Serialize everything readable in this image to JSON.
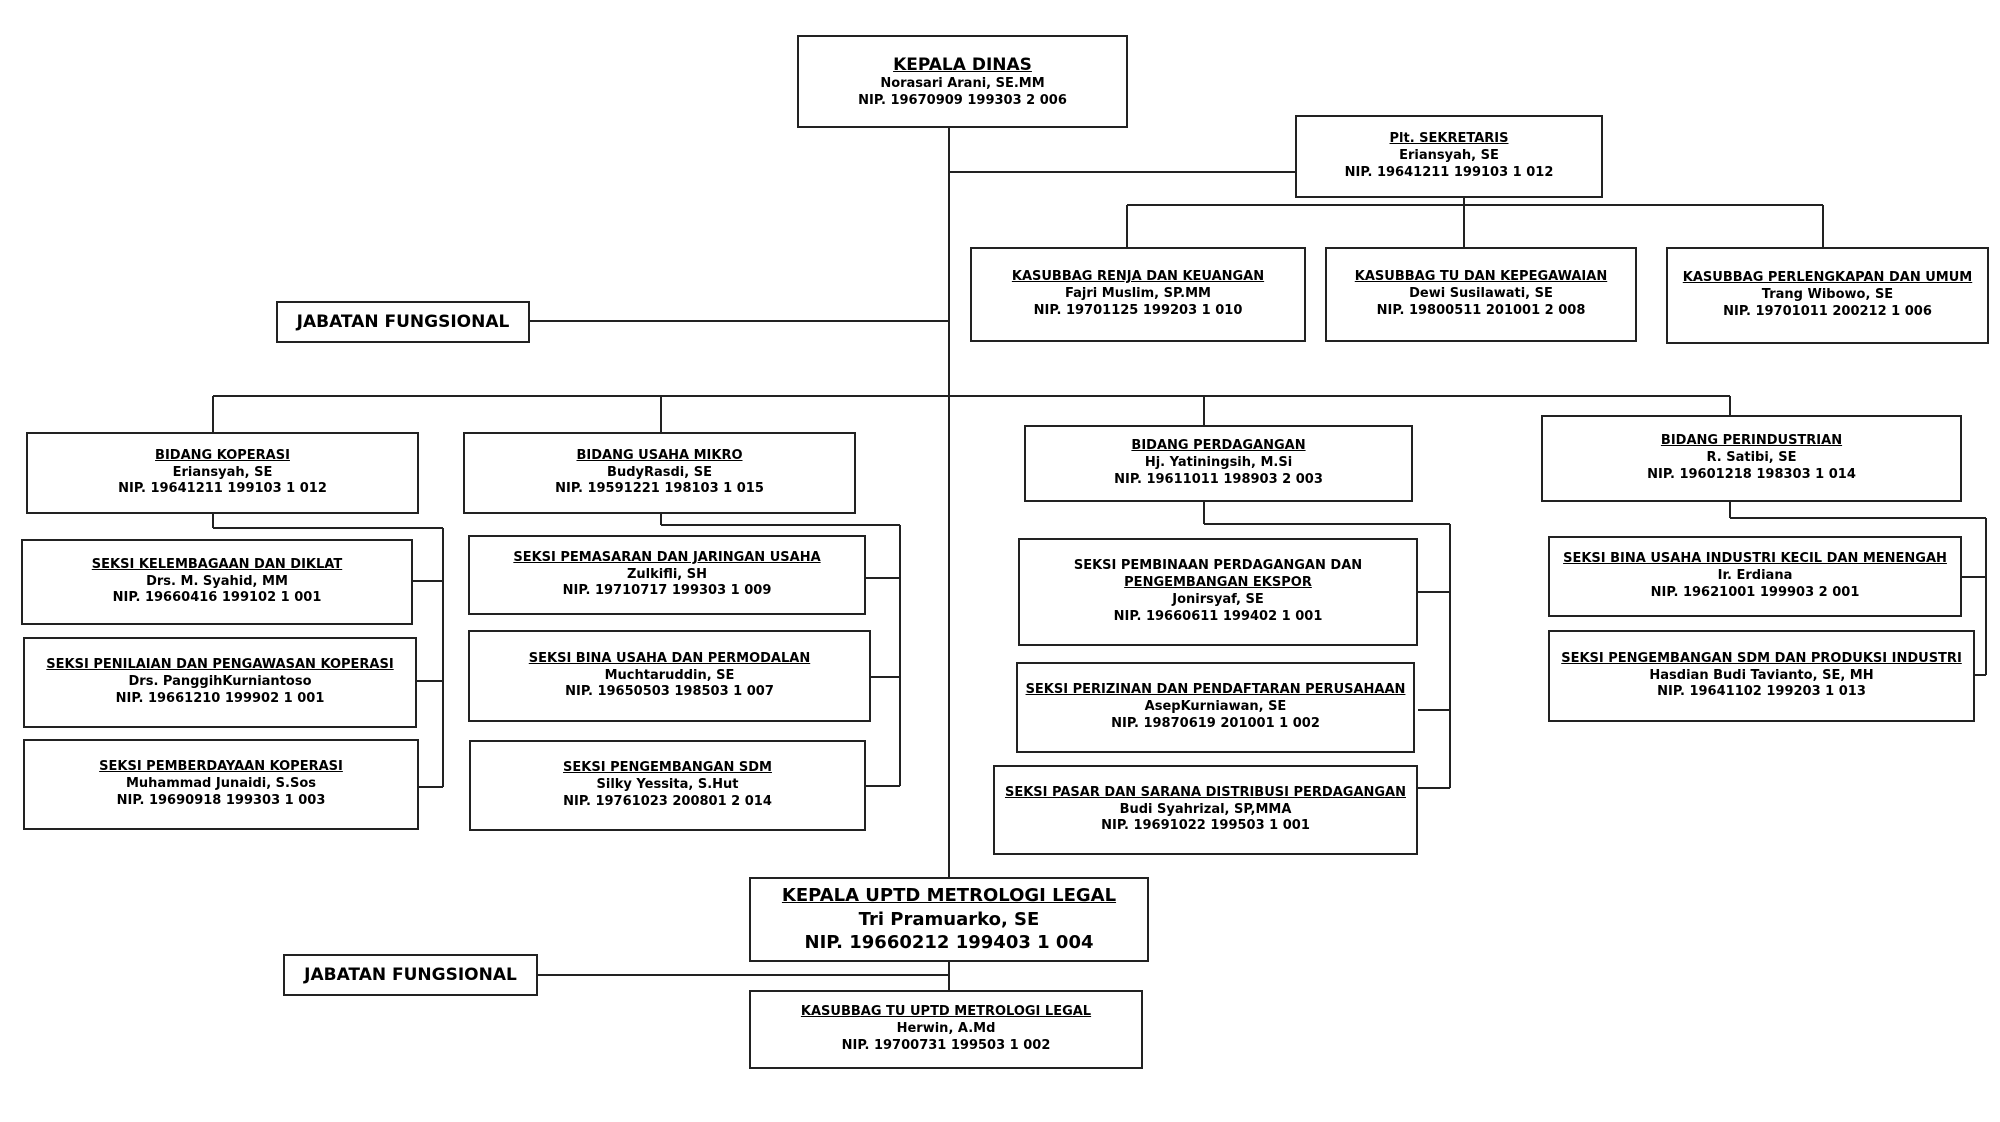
{
  "kepala": {
    "title": "KEPALA DINAS",
    "name": "Norasari Arani, SE.MM",
    "nip": "NIP. 19670909  199303  2 006"
  },
  "sekretaris": {
    "title": "Plt. SEKRETARIS",
    "name": "Eriansyah, SE",
    "nip": "NIP. 19641211  199103  1 012"
  },
  "kasubbag": [
    {
      "title": "KASUBBAG RENJA DAN KEUANGAN",
      "name": "Fajri Muslim,  SP.MM",
      "nip": "NIP. 19701125  199203  1 010"
    },
    {
      "title": "KASUBBAG TU DAN KEPEGAWAIAN",
      "name": "Dewi Susilawati,  SE",
      "nip": "NIP. 19800511  201001  2 008"
    },
    {
      "title": "KASUBBAG PERLENGKAPAN  DAN  UMUM",
      "name": "Trang Wibowo,  SE",
      "nip": "NIP. 19701011  200212  1 006"
    }
  ],
  "jabatan_fungsional": "JABATAN FUNGSIONAL",
  "bidang": [
    {
      "title": "BIDANG KOPERASI",
      "name": "Eriansyah, SE",
      "nip": "NIP. 19641211  199103  1 012"
    },
    {
      "title": "BIDANG USAHA MIKRO",
      "name": "BudyRasdi,  SE",
      "nip": "NIP. 19591221  198103  1 015"
    },
    {
      "title": "BIDANG PERDAGANGAN",
      "name": "Hj. Yatiningsih,  M.Si",
      "nip": "NIP. 19611011  198903  2 003"
    },
    {
      "title": "BIDANG PERINDUSTRIAN",
      "name": "R. Satibi, SE",
      "nip": "NIP. 19601218  198303  1 014"
    }
  ],
  "seksi": {
    "koperasi": [
      {
        "title": "SEKSI KELEMBAGAAN  DAN  DIKLAT",
        "name": "Drs. M. Syahid,  MM",
        "nip": "NIP. 19660416  199102  1 001"
      },
      {
        "title": "SEKSI PENILAIAN DAN PENGAWASAN  KOPERASI",
        "name": "Drs. PanggihKurniantoso",
        "nip": "NIP. 19661210  199902  1 001"
      },
      {
        "title": "SEKSI PEMBERDAYAAN KOPERASI",
        "name": "Muhammad  Junaidi,  S.Sos",
        "nip": "NIP. 19690918  199303  1 003"
      }
    ],
    "usaha_mikro": [
      {
        "title": "SEKSI PEMASARAN  DAN JARINGAN  USAHA",
        "name": "Zulkifli,  SH",
        "nip": "NIP. 19710717  199303  1 009"
      },
      {
        "title": "SEKSI BINA USAHA DAN PERMODALAN",
        "name": "Muchtaruddin,  SE",
        "nip": "NIP. 19650503  198503  1 007"
      },
      {
        "title": "SEKSI PENGEMBANGAN SDM",
        "name": "Silky Yessita, S.Hut",
        "nip": "NIP. 19761023  200801  2 014"
      }
    ],
    "perdagangan": [
      {
        "title": "SEKSI PEMBINAAN PERDAGANGAN  DAN",
        "title2": "PENGEMBANGAN  EKSPOR",
        "name": "Jonirsyaf,  SE",
        "nip": "NIP. 19660611  199402  1 001"
      },
      {
        "title": "SEKSI PERIZINAN DAN PENDAFTARAN  PERUSAHAAN",
        "name": "AsepKurniawan,  SE",
        "nip": "NIP. 19870619  201001  1 002"
      },
      {
        "title": "SEKSI PASAR DAN SARANA DISTRIBUSI PERDAGANGAN",
        "name": "Budi  Syahrizal, SP,MMA",
        "nip": "NIP. 19691022  199503  1 001"
      }
    ],
    "perindustrian": [
      {
        "title": "SEKSI BINA USAHA INDUSTRI KECIL DAN MENENGAH",
        "name": "Ir. Erdiana",
        "nip": "NIP. 19621001  199903  2 001"
      },
      {
        "title": "SEKSI PENGEMBANGAN SDM DAN PRODUKSI INDUSTRI",
        "name": "Hasdian  Budi Tavianto,  SE, MH",
        "nip": "NIP. 19641102  199203  1 013"
      }
    ]
  },
  "uptd": {
    "title": "KEPALA UPTD METROLOGI LEGAL",
    "name": "Tri Pramuarko, SE",
    "nip": "NIP. 19660212 199403 1 004"
  },
  "kasubbag_uptd": {
    "title": "KASUBBAG TU  UPTD  METROLOGI LEGAL",
    "name": "Herwin,  A.Md",
    "nip": "NIP. 19700731  199503  1 002"
  }
}
